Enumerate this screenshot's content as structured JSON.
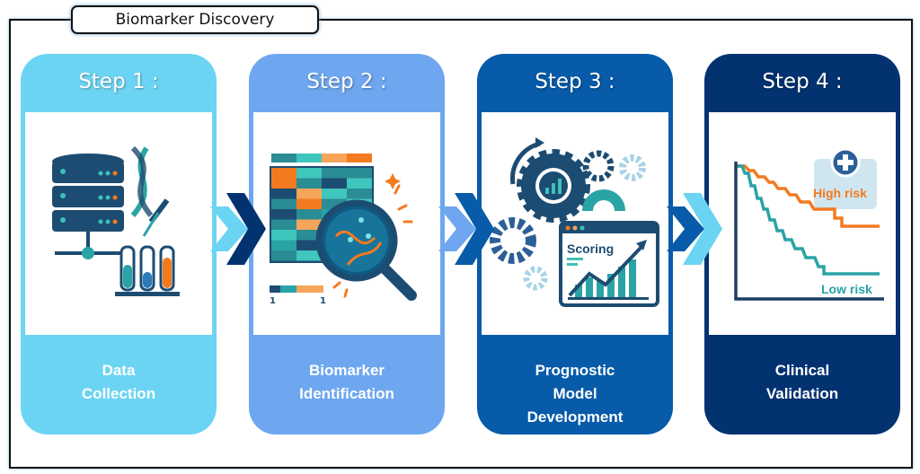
{
  "title": "Biomarker Discovery",
  "colors": {
    "step1": "#6cd4f3",
    "step2": "#6ea7ef",
    "step3": "#075ba9",
    "step4": "#033271",
    "accent_orange": "#f47a20",
    "accent_teal": "#2aa3a6"
  },
  "steps": [
    {
      "step": "Step 1 :",
      "label_lines": [
        "Data",
        "Collection"
      ],
      "icon": "database-dna-test-tubes-icon"
    },
    {
      "step": "Step 2 :",
      "label_lines": [
        "Biomarker",
        "Identification"
      ],
      "icon": "heatmap-magnifier-icon",
      "heatmap_scale": [
        "1",
        "1"
      ]
    },
    {
      "step": "Step 3 :",
      "label_lines": [
        "Prognostic",
        "Model",
        "Development"
      ],
      "icon": "gears-scoring-chart-icon",
      "chart_caption": "Scoring"
    },
    {
      "step": "Step 4 :",
      "label_lines": [
        "Clinical",
        "Validation"
      ],
      "icon": "survival-curve-icon",
      "legend": {
        "high": "High risk",
        "low": "Low risk"
      }
    }
  ]
}
